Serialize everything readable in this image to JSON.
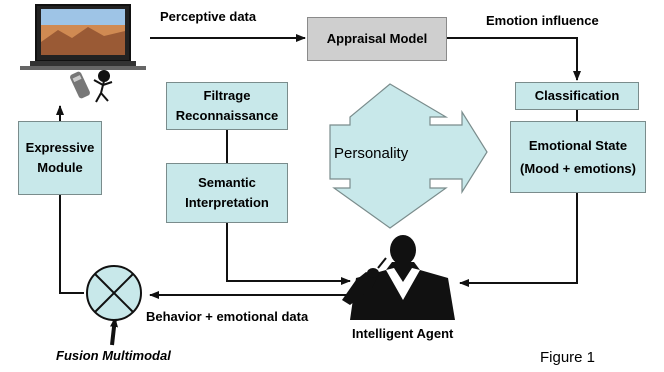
{
  "nodes": {
    "appraisal": "Appraisal Model",
    "filtrage": "Filtrage\nReconnaissance",
    "semantic": "Semantic\nInterpretation",
    "expressive": "Expressive\nModule",
    "classification": "Classification",
    "emotional_state": "Emotional State\n(Mood + emotions)",
    "personality": "Personality"
  },
  "edges": {
    "perceptive": "Perceptive data",
    "emotion_influence": "Emotion influence",
    "behavior": "Behavior + emotional data"
  },
  "labels": {
    "agent": "Intelligent Agent",
    "fusion": "Fusion Multimodal",
    "figure": "Figure 1"
  },
  "colors": {
    "box_fill": "#c8e8ea",
    "appraisal_fill": "#cfcfcf",
    "arrow": "#111111"
  }
}
